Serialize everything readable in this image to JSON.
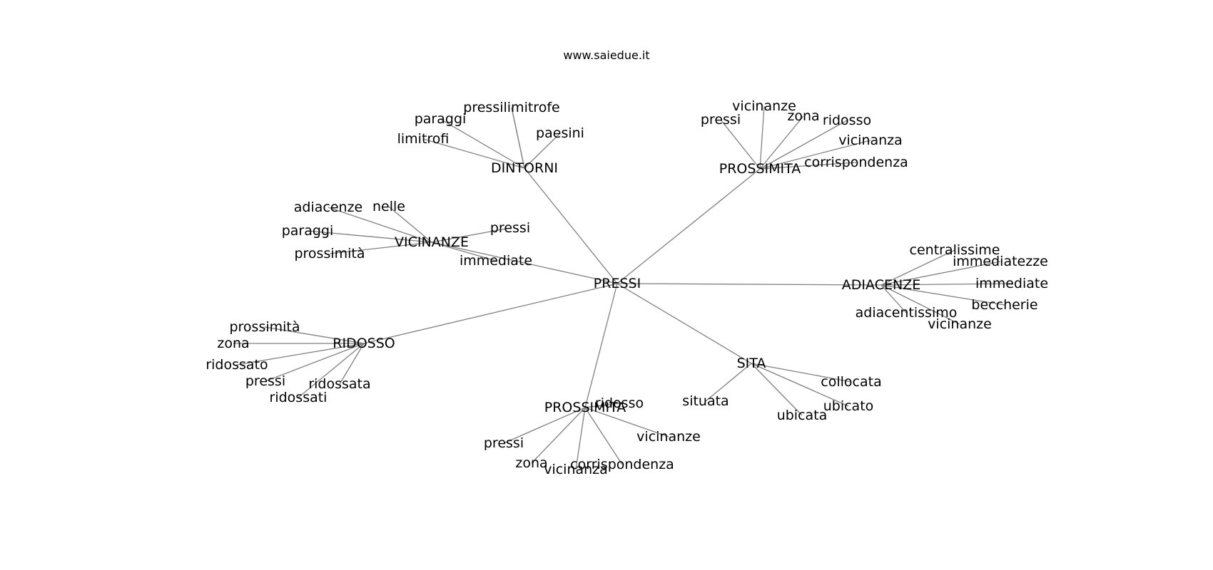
{
  "watermark": "www.saiedue.it",
  "graph": {
    "nodes": [
      {
        "id": "pressi_center",
        "label": "PRESSI"
      },
      {
        "id": "dintorni",
        "label": "DINTORNI"
      },
      {
        "id": "prossimita_top",
        "label": "PROSSIMITA"
      },
      {
        "id": "vicinanze_hub",
        "label": "VICINANZE"
      },
      {
        "id": "adiacenze_hub",
        "label": "ADIACENZE"
      },
      {
        "id": "ridosso_hub",
        "label": "RIDOSSO"
      },
      {
        "id": "sita_hub",
        "label": "SITA"
      },
      {
        "id": "prossimita_bottom",
        "label": "PROSSIMITA"
      },
      {
        "id": "d_pressilimitrofe",
        "label": "pressilimitrofe"
      },
      {
        "id": "d_paraggi",
        "label": "paraggi"
      },
      {
        "id": "d_paesini",
        "label": "paesini"
      },
      {
        "id": "d_limitrofi",
        "label": "limitrofi"
      },
      {
        "id": "pt_vicinanze",
        "label": "vicinanze"
      },
      {
        "id": "pt_pressi",
        "label": "pressi"
      },
      {
        "id": "pt_zona",
        "label": "zona"
      },
      {
        "id": "pt_ridosso",
        "label": "ridosso"
      },
      {
        "id": "pt_vicinanza",
        "label": "vicinanza"
      },
      {
        "id": "pt_corrispondenza",
        "label": "corrispondenza"
      },
      {
        "id": "v_adiacenze",
        "label": "adiacenze"
      },
      {
        "id": "v_nelle",
        "label": "nelle"
      },
      {
        "id": "v_pressi",
        "label": "pressi"
      },
      {
        "id": "v_paraggi",
        "label": "paraggi"
      },
      {
        "id": "v_prossimita",
        "label": "prossimità"
      },
      {
        "id": "v_immediate",
        "label": "immediate"
      },
      {
        "id": "a_centralissime",
        "label": "centralissime"
      },
      {
        "id": "a_immediatezze",
        "label": "immediatezze"
      },
      {
        "id": "a_immediate",
        "label": "immediate"
      },
      {
        "id": "a_beccherie",
        "label": "beccherie"
      },
      {
        "id": "a_adiacentissimo",
        "label": "adiacentissimo"
      },
      {
        "id": "a_vicinanze",
        "label": "vicinanze"
      },
      {
        "id": "r_prossimita",
        "label": "prossimità"
      },
      {
        "id": "r_zona",
        "label": "zona"
      },
      {
        "id": "r_ridossato",
        "label": "ridossato"
      },
      {
        "id": "r_pressi",
        "label": "pressi"
      },
      {
        "id": "r_ridossata",
        "label": "ridossata"
      },
      {
        "id": "r_ridossati",
        "label": "ridossati"
      },
      {
        "id": "s_collocata",
        "label": "collocata"
      },
      {
        "id": "s_situata",
        "label": "situata"
      },
      {
        "id": "s_ubicato",
        "label": "ubicato"
      },
      {
        "id": "s_ubicata",
        "label": "ubicata"
      },
      {
        "id": "pb_ridosso",
        "label": "ridosso"
      },
      {
        "id": "pb_pressi",
        "label": "pressi"
      },
      {
        "id": "pb_vicinanze",
        "label": "vicinanze"
      },
      {
        "id": "pb_zona",
        "label": "zona"
      },
      {
        "id": "pb_vicinanza",
        "label": "vicinanza"
      },
      {
        "id": "pb_corrispondenza",
        "label": "corrispondenza"
      }
    ],
    "edges": [
      [
        "pressi_center",
        "dintorni"
      ],
      [
        "pressi_center",
        "prossimita_top"
      ],
      [
        "pressi_center",
        "vicinanze_hub"
      ],
      [
        "pressi_center",
        "adiacenze_hub"
      ],
      [
        "pressi_center",
        "ridosso_hub"
      ],
      [
        "pressi_center",
        "sita_hub"
      ],
      [
        "pressi_center",
        "prossimita_bottom"
      ],
      [
        "dintorni",
        "d_pressilimitrofe"
      ],
      [
        "dintorni",
        "d_paraggi"
      ],
      [
        "dintorni",
        "d_paesini"
      ],
      [
        "dintorni",
        "d_limitrofi"
      ],
      [
        "dintorni",
        "d_pressilimitrofe"
      ],
      [
        "prossimita_top",
        "pt_vicinanze"
      ],
      [
        "prossimita_top",
        "pt_pressi"
      ],
      [
        "prossimita_top",
        "pt_zona"
      ],
      [
        "prossimita_top",
        "pt_ridosso"
      ],
      [
        "prossimita_top",
        "pt_vicinanza"
      ],
      [
        "prossimita_top",
        "pt_corrispondenza"
      ],
      [
        "vicinanze_hub",
        "v_adiacenze"
      ],
      [
        "vicinanze_hub",
        "v_nelle"
      ],
      [
        "vicinanze_hub",
        "v_pressi"
      ],
      [
        "vicinanze_hub",
        "v_paraggi"
      ],
      [
        "vicinanze_hub",
        "v_prossimita"
      ],
      [
        "vicinanze_hub",
        "v_immediate"
      ],
      [
        "adiacenze_hub",
        "a_centralissime"
      ],
      [
        "adiacenze_hub",
        "a_immediatezze"
      ],
      [
        "adiacenze_hub",
        "a_immediate"
      ],
      [
        "adiacenze_hub",
        "a_beccherie"
      ],
      [
        "adiacenze_hub",
        "a_adiacentissimo"
      ],
      [
        "adiacenze_hub",
        "a_vicinanze"
      ],
      [
        "ridosso_hub",
        "r_prossimita"
      ],
      [
        "ridosso_hub",
        "r_zona"
      ],
      [
        "ridosso_hub",
        "r_ridossato"
      ],
      [
        "ridosso_hub",
        "r_pressi"
      ],
      [
        "ridosso_hub",
        "r_ridossata"
      ],
      [
        "ridosso_hub",
        "r_ridossati"
      ],
      [
        "sita_hub",
        "s_collocata"
      ],
      [
        "sita_hub",
        "s_situata"
      ],
      [
        "sita_hub",
        "s_ubicato"
      ],
      [
        "sita_hub",
        "s_ubicata"
      ],
      [
        "prossimita_bottom",
        "pb_ridosso"
      ],
      [
        "prossimita_bottom",
        "pb_pressi"
      ],
      [
        "prossimita_bottom",
        "pb_vicinanze"
      ],
      [
        "prossimita_bottom",
        "pb_zona"
      ],
      [
        "prossimita_bottom",
        "pb_vicinanza"
      ],
      [
        "prossimita_bottom",
        "pb_corrispondenza"
      ]
    ]
  }
}
